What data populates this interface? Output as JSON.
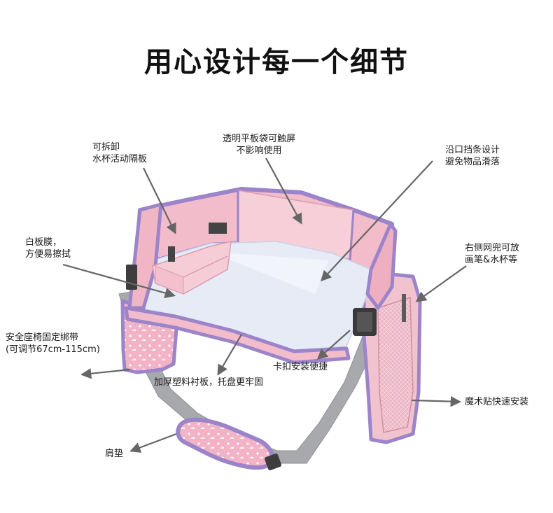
{
  "title": "用心设计每一个细节",
  "callouts": {
    "divider": [
      "可拆卸",
      "水杯活动隔板"
    ],
    "tablet_pocket": [
      "透明平板袋可触屏",
      "不影响使用"
    ],
    "edge_guard": [
      "沿口挡条设计",
      "避免物品滑落"
    ],
    "whiteboard": [
      "白板膜，",
      "方便易擦拭"
    ],
    "side_mesh": [
      "右侧网兜可放",
      "画笔&水杯等"
    ],
    "strap": [
      "安全座椅固定绑带",
      "(可调节67cm-115cm)"
    ],
    "buckle": [
      "卡扣安装便捷"
    ],
    "board": [
      "加厚塑料衬板，托盘更牢固"
    ],
    "velcro": [
      "魔术贴快速安装"
    ],
    "pad": [
      "肩垫"
    ]
  },
  "colors": {
    "pink": "#f3bccb",
    "pink_light": "#f8d6df",
    "purple_trim": "#9b84c9",
    "strap_gray": "#a7a9ac",
    "board": "#e6ebf6",
    "arrow": "#666666"
  }
}
